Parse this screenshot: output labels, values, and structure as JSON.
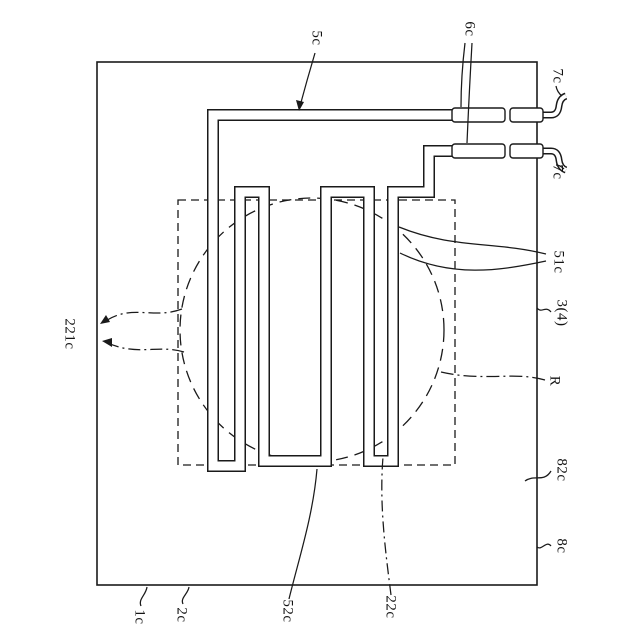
{
  "colors": {
    "ink": "#1a1a1a",
    "background": "#ffffff"
  },
  "labels": {
    "l5c": "5c",
    "l6c": "6c",
    "l7c_top": "7c",
    "l7c_bottom": "7c",
    "l51c": "51c",
    "l3_4": "3(4)",
    "lR": "R",
    "l82c": "82c",
    "l8c": "8c",
    "l221c": "221c",
    "l1c": "1c",
    "l2c": "2c",
    "l52c": "52c",
    "l22c": "22c"
  }
}
